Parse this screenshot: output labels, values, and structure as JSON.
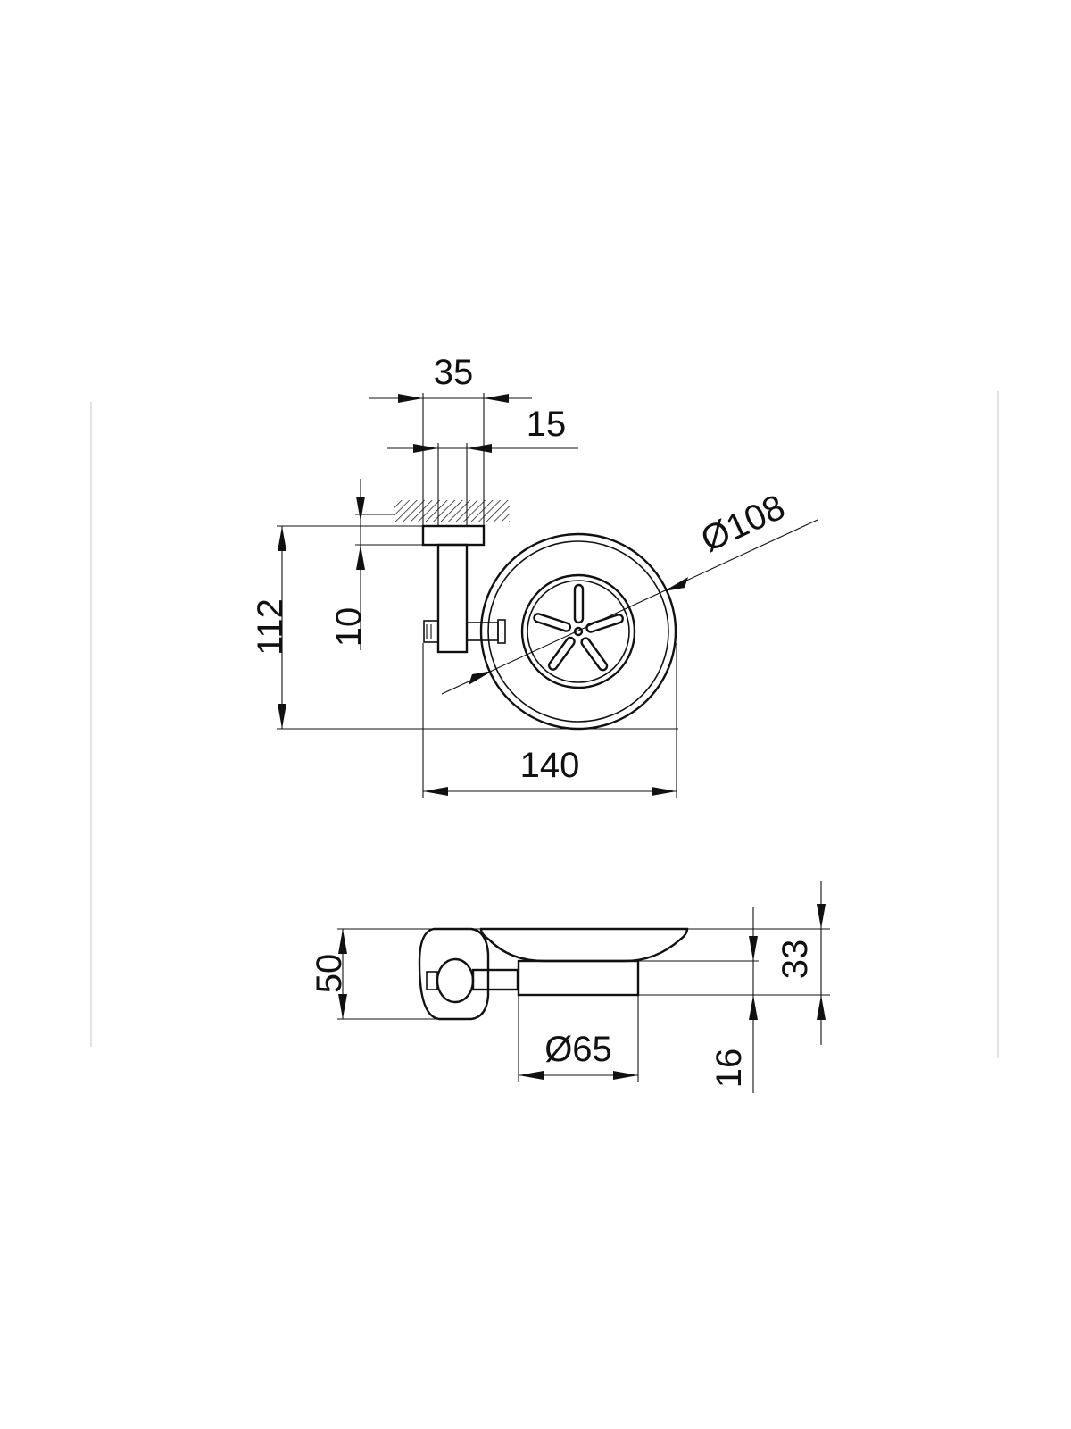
{
  "drawing": {
    "colors": {
      "line": "#111111",
      "frame": "#cfcfcf",
      "background": "#ffffff"
    },
    "top_view": {
      "dimensions": {
        "width_35": "35",
        "width_15": "15",
        "diameter_108": "Ø108",
        "height_112": "112",
        "height_10": "10",
        "width_140": "140"
      }
    },
    "side_view": {
      "dimensions": {
        "height_50": "50",
        "height_33": "33",
        "diameter_65": "Ø65",
        "height_16": "16"
      }
    }
  }
}
